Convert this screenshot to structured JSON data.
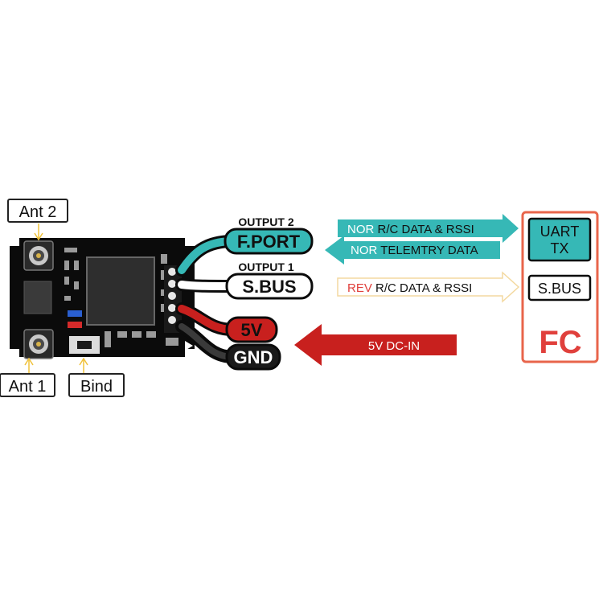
{
  "labels": {
    "ant2": "Ant 2",
    "ant1": "Ant 1",
    "bind": "Bind",
    "output2": "OUTPUT 2",
    "fport": "F.PORT",
    "output1": "OUTPUT 1",
    "sbus": "S.BUS",
    "v5": "5V",
    "gnd": "GND"
  },
  "arrows": {
    "nor_rc": {
      "prefix": "NOR",
      "text": "R/C DATA & RSSI"
    },
    "nor_telem": {
      "prefix": "NOR",
      "text": "TELEMTRY DATA"
    },
    "rev_rc": {
      "prefix": "REV",
      "text": "R/C DATA & RSSI"
    },
    "dc_in": "5V DC-IN"
  },
  "fc": {
    "uart_line1": "UART",
    "uart_line2": "TX",
    "sbus": "S.BUS",
    "title": "FC"
  },
  "colors": {
    "teal": "#36b8b6",
    "red": "#c8201e",
    "board": "#0b0b0b",
    "fc_border": "#e8654b",
    "rev_text": "#e0403c",
    "rev_outline": "#f3d9a0",
    "prefix_white": "#ffffff"
  }
}
